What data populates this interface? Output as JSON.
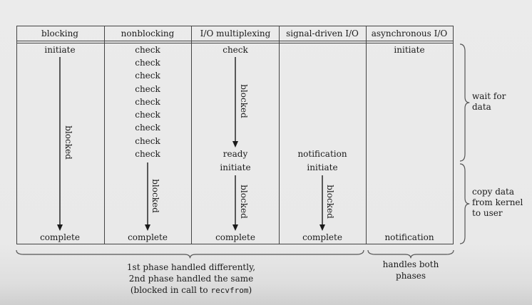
{
  "columns": [
    {
      "header": "blocking"
    },
    {
      "header": "nonblocking"
    },
    {
      "header": "I/O multiplexing"
    },
    {
      "header": "signal-driven I/O"
    },
    {
      "header": "asynchronous I/O"
    }
  ],
  "blocking": {
    "start": "initiate",
    "blocked": "blocked",
    "end": "complete"
  },
  "nonblocking": {
    "check": "check",
    "blocked": "blocked",
    "end": "complete"
  },
  "multiplexing": {
    "start": "check",
    "blocked1": "blocked",
    "ready": "ready",
    "initiate": "initiate",
    "blocked2": "blocked",
    "end": "complete"
  },
  "signal": {
    "notification": "notification",
    "initiate": "initiate",
    "blocked": "blocked",
    "end": "complete"
  },
  "async": {
    "start": "initiate",
    "end": "notification"
  },
  "right_labels": {
    "wait_line1": "wait for",
    "wait_line2": "data",
    "copy_line1": "copy data",
    "copy_line2": "from kernel",
    "copy_line3": "to user"
  },
  "bottom_labels": {
    "first_line1": "1st phase handled differently,",
    "first_line2": "2nd phase handled the same",
    "first_line3_pre": "(blocked in call to ",
    "first_line3_code": "recvfrom",
    "first_line3_post": ")",
    "both_line1": "handles both",
    "both_line2": "phases"
  },
  "colors": {
    "ink": "#1a1a1a",
    "grid": "#444444",
    "brace": "#555555"
  }
}
